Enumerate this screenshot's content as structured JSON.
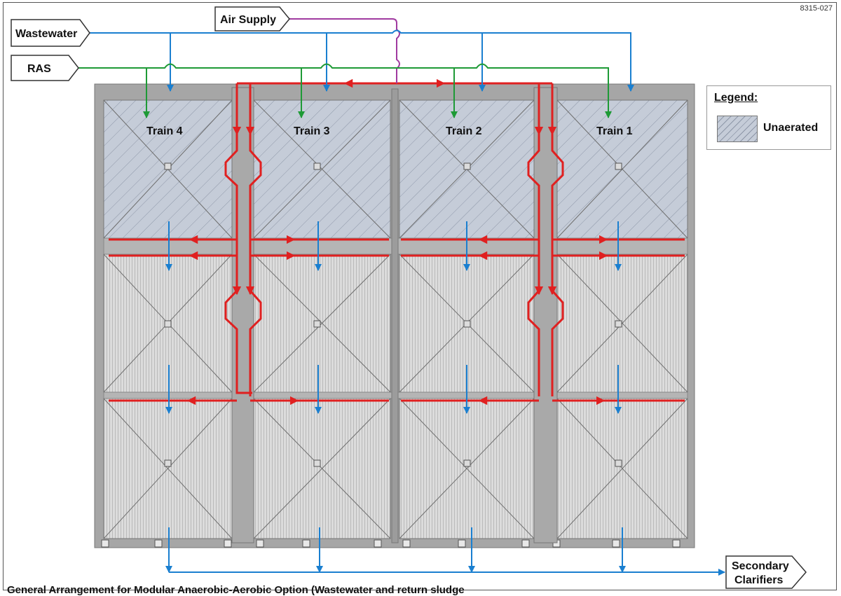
{
  "drawing_id": "8315-027",
  "inputs": {
    "wastewater": "Wastewater",
    "ras": "RAS",
    "air_supply": "Air Supply"
  },
  "output": {
    "line1": "Secondary",
    "line2": "Clarifiers"
  },
  "trains": [
    "Train 4",
    "Train 3",
    "Train 2",
    "Train 1"
  ],
  "legend": {
    "title": "Legend:",
    "unaerated_label": "Unaerated"
  },
  "colors": {
    "wastewater_flow": "#1a7fd0",
    "ras_flow": "#1e9a36",
    "air_supply_line": "#a03aa0",
    "air_header": "#e02020",
    "unaerated_fill": "#c5ccd8",
    "aerated_fill": "#d6d6d6",
    "tank_wall": "#a6a6a6"
  },
  "caption": "General Arrangement for Modular Anaerobic-Aerobic Option (Wastewater and return sludge"
}
